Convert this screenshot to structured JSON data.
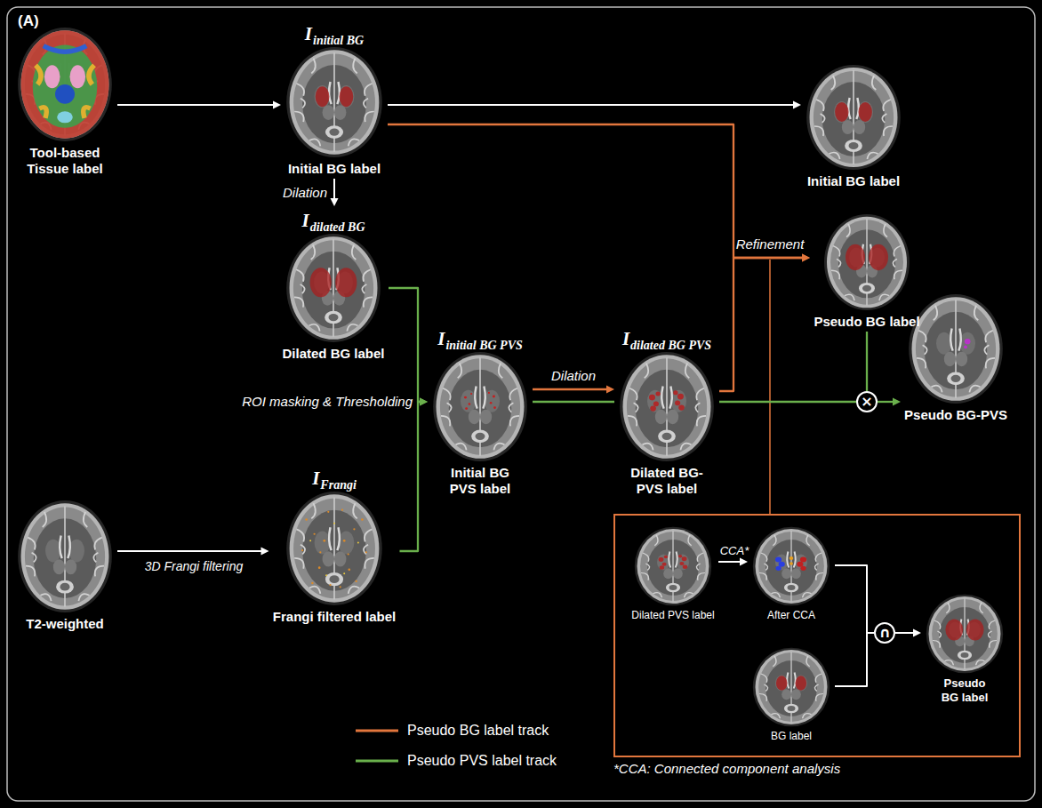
{
  "diagram": {
    "nodes": [
      {
        "text": [
          "Tool-based Tissue label"
        ]
      },
      {
        "text": [
          "I",
          "initial BG",
          "Initial BG label"
        ]
      },
      {
        "text": [
          "Initial BG label"
        ]
      },
      {
        "text": [
          "I",
          "dilated BG",
          "Dilated BG label"
        ]
      },
      {
        "text": [
          "Pseudo BG label"
        ]
      },
      {
        "text": [
          "I",
          "initial BG PVS",
          "Initial BG PVS label"
        ]
      },
      {
        "text": [
          "I",
          "dilated BG PVS",
          "Dilated BG-PVS label"
        ]
      },
      {
        "text": [
          "×"
        ]
      },
      {
        "text": [
          "Pseudo BG-PVS"
        ]
      },
      {
        "text": [
          "T2-weighted"
        ]
      },
      {
        "text": [
          "I",
          "Frangi",
          "Frangi filtered label"
        ]
      },
      {
        "text": [
          "*CCA: Connected component analysis"
        ]
      },
      {
        "text": [
          "Dilated PVS label"
        ],
        "in": 11
      },
      {
        "text": [
          "After CCA"
        ],
        "in": 11
      },
      {
        "text": [
          "BG label"
        ],
        "in": 11
      },
      {
        "text": [
          "∩"
        ],
        "in": 11
      },
      {
        "text": [
          "Pseudo BG label"
        ],
        "in": 11
      }
    ],
    "edges": [
      {
        "from": 0,
        "to": 1,
        "arrow": "to"
      },
      {
        "from": 1,
        "to": 2,
        "arrow": "to"
      },
      {
        "from": 1,
        "to": 3,
        "arrow": "to",
        "label": "Dilation"
      },
      {
        "from": 1,
        "to": 4,
        "arrow": "to"
      },
      {
        "from": 6,
        "to": 4,
        "arrow": "to",
        "label": "Refinement"
      },
      {
        "from": 3,
        "to": 5,
        "arrow": "to",
        "label": "ROI masking & Thresholding"
      },
      {
        "from": 10,
        "to": 5,
        "arrow": "to"
      },
      {
        "from": 5,
        "to": 6,
        "arrow": "to",
        "label": "Dilation"
      },
      {
        "from": 5,
        "to": 6,
        "arrow": "none"
      },
      {
        "from": 6,
        "to": 7,
        "arrow": "none"
      },
      {
        "from": 4,
        "to": 7,
        "arrow": "none"
      },
      {
        "from": 7,
        "to": 8,
        "arrow": "to"
      },
      {
        "from": 9,
        "to": 10,
        "arrow": "to",
        "label": "3D Frangi filtering"
      },
      {
        "from": 12,
        "to": 13,
        "arrow": "to",
        "label": "CCA*"
      },
      {
        "from": 13,
        "to": 15,
        "arrow": "none"
      },
      {
        "from": 14,
        "to": 15,
        "arrow": "none"
      },
      {
        "from": 15,
        "to": 16,
        "arrow": "to"
      }
    ],
    "labels": [
      "(A)"
    ],
    "legend": [
      {
        "text": "Pseudo BG label track"
      },
      {
        "text": "Pseudo PVS label track"
      }
    ]
  }
}
